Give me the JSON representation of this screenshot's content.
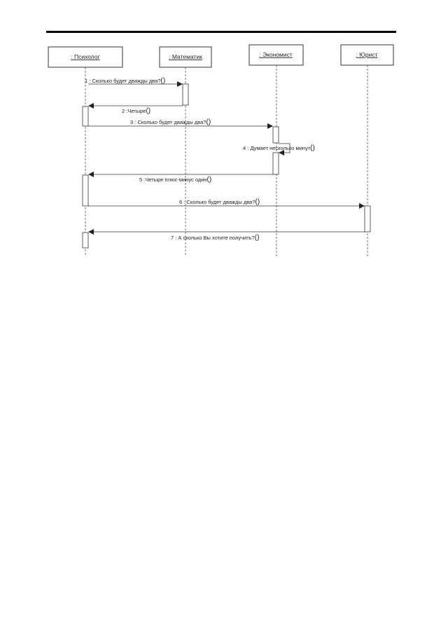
{
  "diagram": {
    "type": "sequence",
    "actors": [
      {
        "id": "psych",
        "name": ": Психолог"
      },
      {
        "id": "math",
        "name": ": Математик"
      },
      {
        "id": "econ",
        "name": ": Экономист"
      },
      {
        "id": "lawyer",
        "name": ": Юрист"
      }
    ],
    "messages": [
      {
        "num": "1 :",
        "text": "Сколько будет дважды два?",
        "paren": "()",
        "from": "psych",
        "to": "math"
      },
      {
        "num": "2 :",
        "text": "Четыре",
        "paren": "()",
        "from": "math",
        "to": "psych"
      },
      {
        "num": "3 :",
        "text": "Сколько будет дважды два?",
        "paren": "()",
        "from": "psych",
        "to": "econ"
      },
      {
        "num": "4 :",
        "text": "Думает несколько минут",
        "paren": "()",
        "from": "econ",
        "to": "econ"
      },
      {
        "num": "5 :",
        "text": "Четыре плюс-минус один",
        "paren": "()",
        "from": "econ",
        "to": "psych"
      },
      {
        "num": "6 :",
        "text": "Сколько будет дважды два?",
        "paren": "()",
        "from": "psych",
        "to": "lawyer"
      },
      {
        "num": "7 :",
        "text": "А сколько Вы хотите получить?",
        "paren": "()",
        "from": "lawyer",
        "to": "psych"
      }
    ]
  },
  "colors": {
    "line": "#333333",
    "background": "#ffffff"
  }
}
